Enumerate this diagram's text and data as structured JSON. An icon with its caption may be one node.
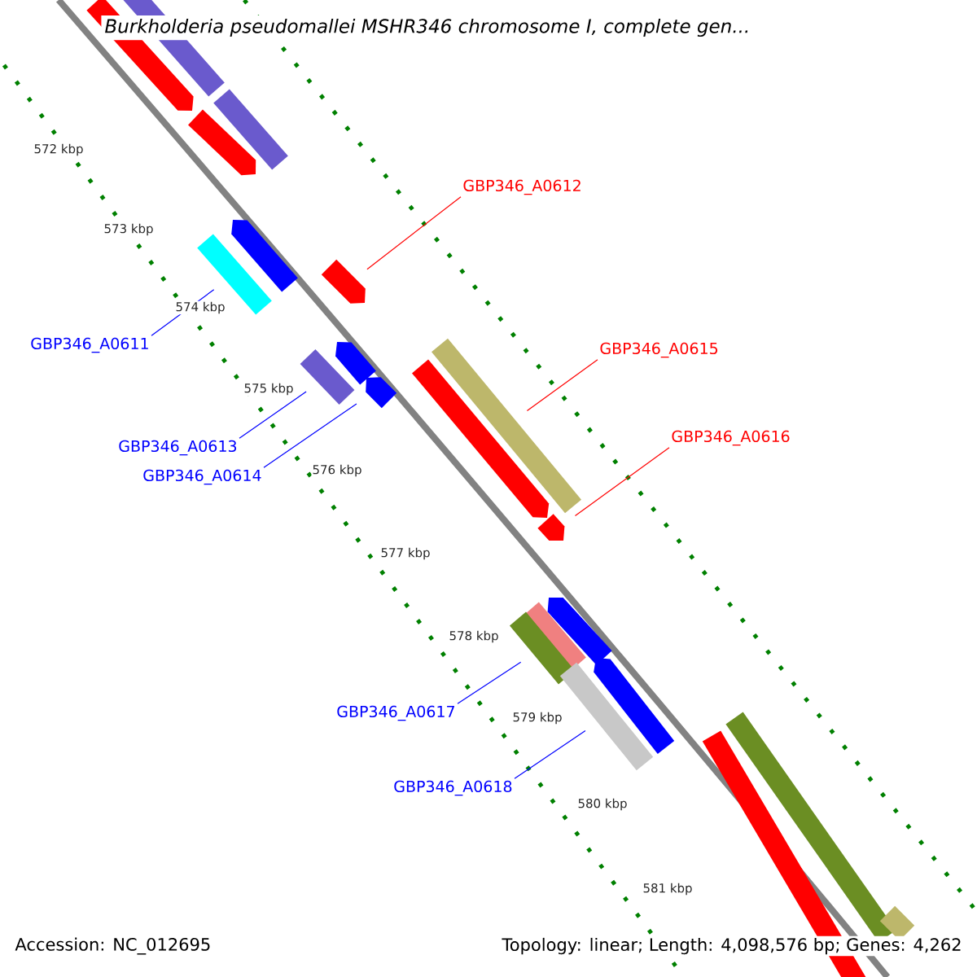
{
  "diagram": {
    "title": "Burkholderia pseudomallei MSHR346 chromosome I, complete gen...",
    "nodes": [
      {
        "text": [
          "GBP346_A0612"
        ]
      },
      {
        "text": [
          "GBP346_A0611"
        ]
      },
      {
        "text": [
          "GBP346_A0615"
        ]
      },
      {
        "text": [
          "GBP346_A0613"
        ]
      },
      {
        "text": [
          "GBP346_A0616"
        ]
      },
      {
        "text": [
          "GBP346_A0614"
        ]
      },
      {
        "text": [
          "GBP346_A0617"
        ]
      },
      {
        "text": [
          "GBP346_A0618"
        ]
      },
      {
        "text": [],
        "shape": "bar"
      },
      {
        "text": [],
        "shape": "bar"
      },
      {
        "text": [],
        "shape": "bar"
      },
      {
        "text": [],
        "shape": "bar"
      },
      {
        "text": [],
        "shape": "bar"
      },
      {
        "text": [],
        "shape": "bar"
      },
      {
        "text": [],
        "shape": "bar"
      },
      {
        "text": [],
        "shape": "bar"
      },
      {
        "text": [],
        "shape": "bar"
      },
      {
        "text": [],
        "shape": "bar"
      },
      {
        "text": [],
        "shape": "bar"
      },
      {
        "text": [],
        "shape": "bar"
      },
      {
        "text": [],
        "shape": "bar"
      },
      {
        "text": [],
        "shape": "bar"
      },
      {
        "text": [],
        "shape": "bar"
      },
      {
        "text": [],
        "shape": "bar"
      },
      {
        "text": [],
        "shape": "bar"
      },
      {
        "text": [],
        "shape": "bar"
      },
      {
        "text": [],
        "shape": "bar"
      },
      {
        "text": [],
        "shape": "bar"
      },
      {
        "text": [],
        "shape": "bar"
      }
    ],
    "edges": [
      {
        "from": 0,
        "to": 14,
        "arrow": "none",
        "color": "#ff0000"
      },
      {
        "from": 1,
        "to": 13,
        "arrow": "none"
      },
      {
        "from": 2,
        "to": 16,
        "arrow": "none",
        "color": "#ff0000"
      },
      {
        "from": 3,
        "to": 17,
        "arrow": "none"
      },
      {
        "from": 4,
        "to": 20,
        "arrow": "none",
        "color": "#ff0000"
      },
      {
        "from": 5,
        "to": 19,
        "arrow": "none"
      },
      {
        "from": 6,
        "to": 23,
        "arrow": "none"
      },
      {
        "from": 7,
        "to": 25,
        "arrow": "none"
      }
    ],
    "labels": [
      "572 kbp",
      "573 kbp",
      "574 kbp",
      "575 kbp",
      "576 kbp",
      "577 kbp",
      "578 kbp",
      "579 kbp",
      "580 kbp",
      "581 kbp",
      "Accession: NC_012695",
      "Topology: linear; Length: 4,098,576 bp; Genes: 4,262"
    ]
  }
}
